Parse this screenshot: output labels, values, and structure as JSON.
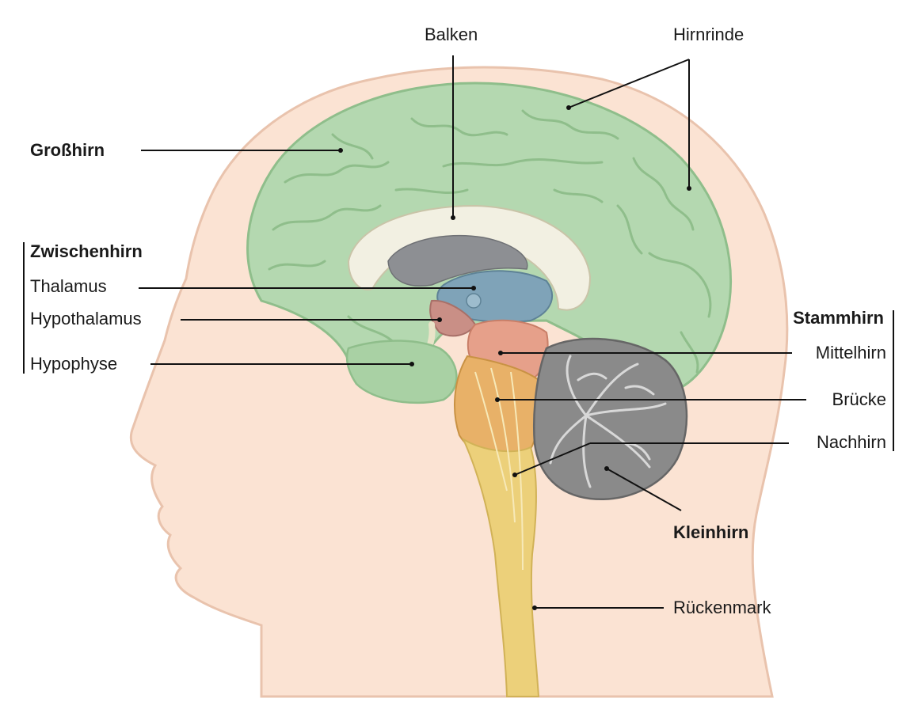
{
  "labels": {
    "balken": "Balken",
    "hirnrinde": "Hirnrinde",
    "grosshirn": "Großhirn",
    "zwischenhirn": "Zwischenhirn",
    "thalamus": "Thalamus",
    "hypothalamus": "Hypothalamus",
    "hypophyse": "Hypophyse",
    "stammhirn": "Stammhirn",
    "mittelhirn": "Mittelhirn",
    "bruecke": "Brücke",
    "nachhirn": "Nachhirn",
    "kleinhirn": "Kleinhirn",
    "rueckenmark": "Rückenmark"
  },
  "colors": {
    "skin": "#fbe3d3",
    "skin_outline": "#e9c3ad",
    "cerebrum": "#b4d8b0",
    "cerebrum_fold": "#8fbe8b",
    "corpus_callosum": "#f2f0e2",
    "ventricle": "#8d8f93",
    "thalamus": "#7fa3b8",
    "hypothalamus": "#c98f86",
    "midbrain": "#e6a08a",
    "pons": "#e8b168",
    "medulla": "#ecd07a",
    "spinal_cord": "#efdc8a",
    "cerebellum": "#8a8a8a",
    "cerebellum_light": "#d8d8d8",
    "line": "#111111"
  }
}
